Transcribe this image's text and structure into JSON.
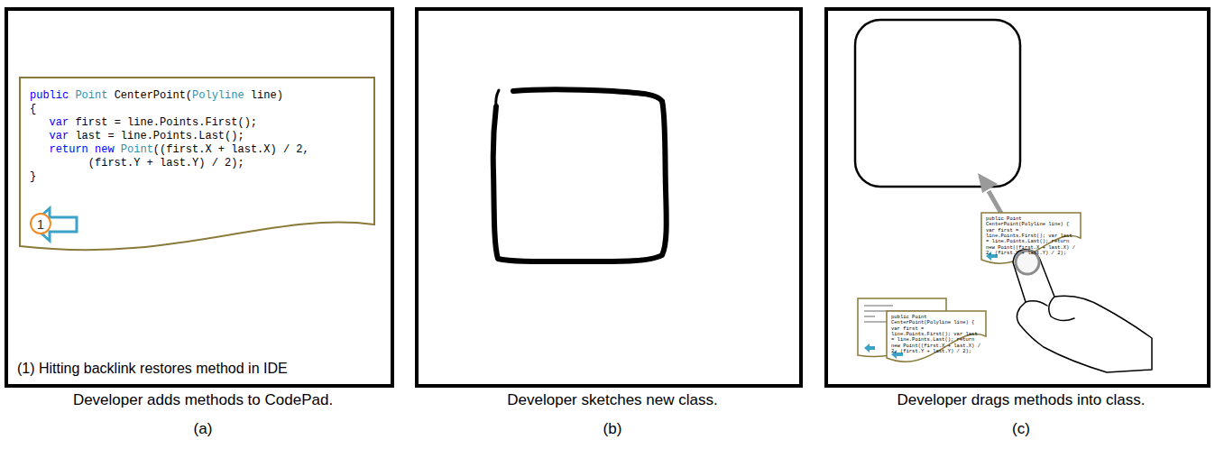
{
  "diagram": {
    "nodes": [
      {
        "text": [
          "(1) Hitting backlink restores method in IDE",
          "Developer adds methods to CodePad.",
          "(a)"
        ]
      },
      {
        "text": [
          "public Point CenterPoint(Polyline line)",
          "{",
          "   var first = line.Points.First();",
          "   var last = line.Points.Last();",
          "   return new Point((first.X + last.X) / 2,",
          "         (first.Y + last.Y) / 2);",
          "}"
        ],
        "in": 0
      },
      {
        "text": [
          "1"
        ],
        "in": 1
      },
      {
        "text": [
          "Developer sketches new class.",
          "(b)"
        ]
      },
      {
        "text": [
          "Developer drags methods into class.",
          "(c)"
        ]
      },
      {
        "text": [
          "public Point CenterPoint(Polyline line) { var first = line.Points.First(); var last = line.Points.Last(); return new Point((first.X + last.X) / 2, (first.Y + last.Y) / 2);"
        ],
        "in": 4
      },
      {
        "text": [
          "public Point CenterPoint(Polyline line) { var first = line.Points.First(); var last = line.Points.Last(); return new Point((first.X + last.X) / 2, (first.Y + last.Y) / 2);"
        ],
        "in": 4
      }
    ]
  }
}
